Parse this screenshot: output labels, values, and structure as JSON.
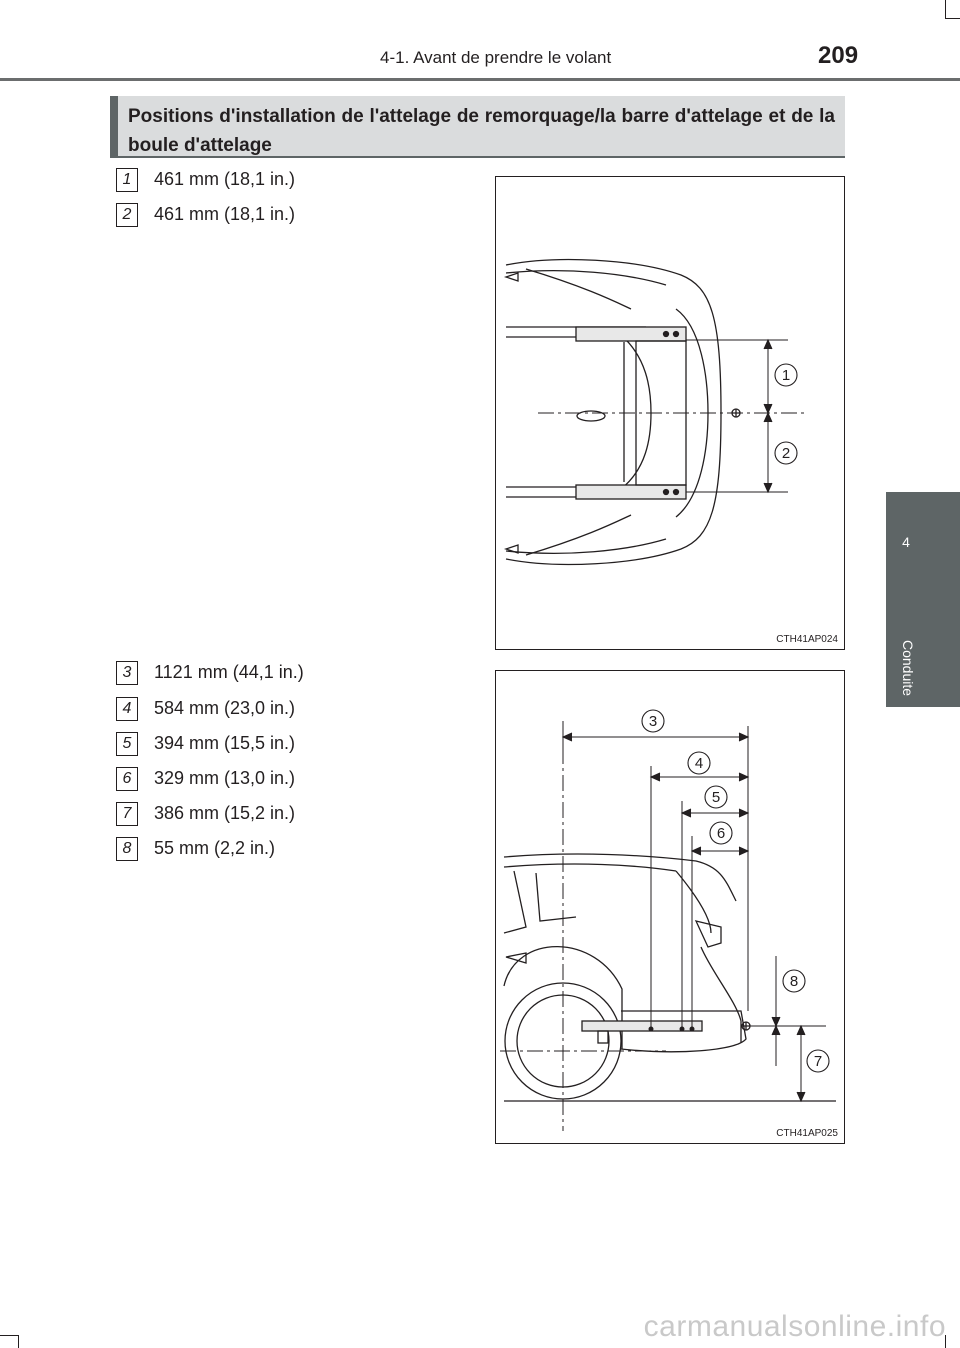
{
  "header": {
    "section": "4-1. Avant de prendre le volant",
    "page_number": "209"
  },
  "side_tab": {
    "chapter": "4",
    "label": "Conduite"
  },
  "section": {
    "title": "Positions d'installation de l'attelage de remorquage/la barre d'attelage et de la boule d'attelage"
  },
  "items_top": [
    {
      "num": "1",
      "text": "461 mm (18,1 in.)"
    },
    {
      "num": "2",
      "text": "461 mm (18,1 in.)"
    }
  ],
  "items_bottom": [
    {
      "num": "3",
      "text": "1121 mm (44,1 in.)"
    },
    {
      "num": "4",
      "text": "584 mm (23,0 in.)"
    },
    {
      "num": "5",
      "text": "394 mm (15,5 in.)"
    },
    {
      "num": "6",
      "text": "329 mm (13,0 in.)"
    },
    {
      "num": "7",
      "text": "386 mm (15,2 in.)"
    },
    {
      "num": "8",
      "text": "55 mm (2,2 in.)"
    }
  ],
  "figure_top": {
    "code": "CTH41AP024",
    "callouts": [
      "1",
      "2"
    ]
  },
  "figure_bottom": {
    "code": "CTH41AP025",
    "callouts": [
      "3",
      "4",
      "5",
      "6",
      "8",
      "7"
    ]
  },
  "watermark": "carmanualsonline.info"
}
